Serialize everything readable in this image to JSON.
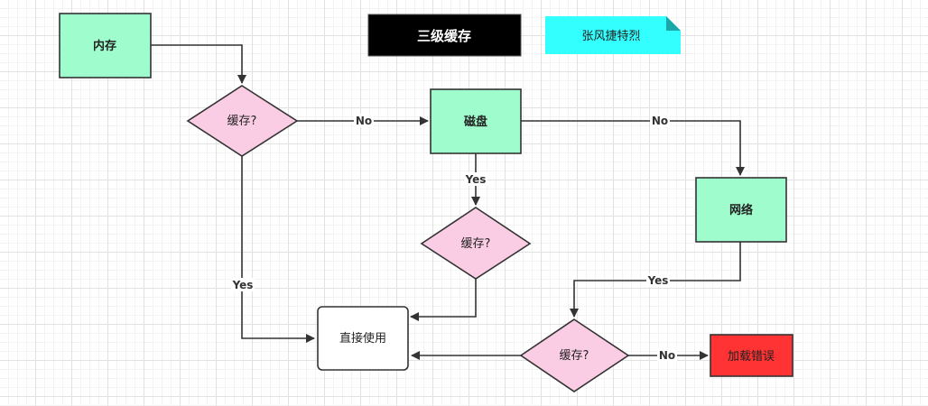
{
  "title": "三级缓存",
  "author_note": "张风捷特烈",
  "nodes": {
    "memory": "内存",
    "cache_check_1": "缓存?",
    "disk": "磁盘",
    "cache_check_2": "缓存?",
    "network": "网络",
    "direct_use": "直接使用",
    "cache_check_3": "缓存?",
    "load_error": "加载错误"
  },
  "edges": {
    "no_1": "No",
    "no_2": "No",
    "yes_disk": "Yes",
    "yes_memory": "Yes",
    "yes_network": "Yes",
    "no_3": "No"
  },
  "colors": {
    "process_fill": "#9ffccc",
    "decision_fill": "#fbcde5",
    "error_fill": "#ff3333",
    "title_fill": "#000000",
    "note_fill": "#33ffff"
  }
}
